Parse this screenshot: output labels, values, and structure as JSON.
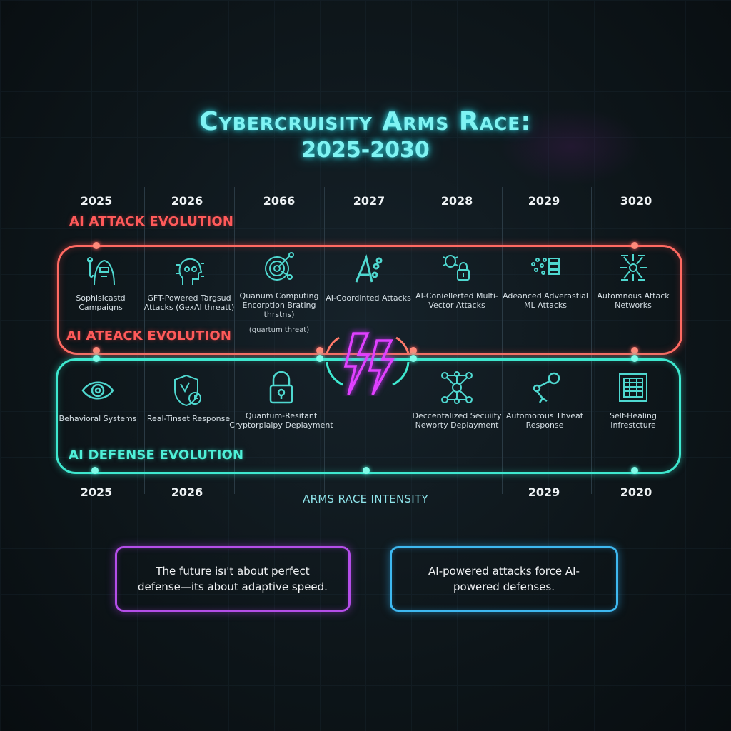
{
  "title": {
    "line1": "Cybercruisity Arms Race:",
    "line2": "2025-2030"
  },
  "top_years": [
    "2025",
    "2026",
    "2066",
    "2027",
    "2028",
    "2029",
    "3020"
  ],
  "attack": {
    "label_top": "AI ATTACK EVOLUTION",
    "label_bottom": "AI ATEACK EVOLUTION",
    "color": "#ff6a62",
    "items": [
      {
        "icon": "hooded-hacker-icon",
        "label": "Sophisicastd Campaigns",
        "sub": ""
      },
      {
        "icon": "ai-brain-head-icon",
        "label": "GFT-Powered Targsud Attacks (GexAI threatt)",
        "sub": ""
      },
      {
        "icon": "quantum-target-icon",
        "label": "Quanum Computing Encorption Brating thrstns)",
        "sub": "(guartum threat)"
      },
      {
        "icon": "ai-chain-link-icon",
        "label": "AI-Coordinted Attacks",
        "sub": ""
      },
      {
        "icon": "bug-lock-icon",
        "label": "AI-Coniellerted Multi-Vector Attacks",
        "sub": ""
      },
      {
        "icon": "adversarial-ml-data-icon",
        "label": "Adeanced Adverastial ML Attacks",
        "sub": ""
      },
      {
        "icon": "attack-network-icon",
        "label": "Automnous Attack Networks",
        "sub": ""
      }
    ]
  },
  "defense": {
    "label": "AI DEFENSE EVOLUTION",
    "color": "#3ee8cf",
    "items": [
      {
        "icon": "eye-icon",
        "label": "Behavioral Systems"
      },
      {
        "icon": "shield-clock-icon",
        "label": "Real-Tinset Response"
      },
      {
        "icon": "padlock-icon",
        "label": "Quantum-Resitant Cryptorplaipy Deplayment"
      },
      {
        "icon": "decentralized-network-icon",
        "label": "Deccentalized Secuiity Neworty Deplayment"
      },
      {
        "icon": "robot-arm-icon",
        "label": "Automorous Thveat Response"
      },
      {
        "icon": "self-healing-circuit-icon",
        "label": "Self-Healing Infrestcture"
      }
    ]
  },
  "center_icon": "lightning-bolts-icon",
  "bottom_years": [
    "2025",
    "2026",
    "2029",
    "2020"
  ],
  "intensity_label": "ARMS RACE INTENSITY",
  "quotes": [
    {
      "text": "The future isı't about perfect defense—its about adaptive speed.",
      "color": "#b44ee8"
    },
    {
      "text": "AI-powered attacks force AI-powered defenses.",
      "color": "#3eb8f0"
    }
  ]
}
